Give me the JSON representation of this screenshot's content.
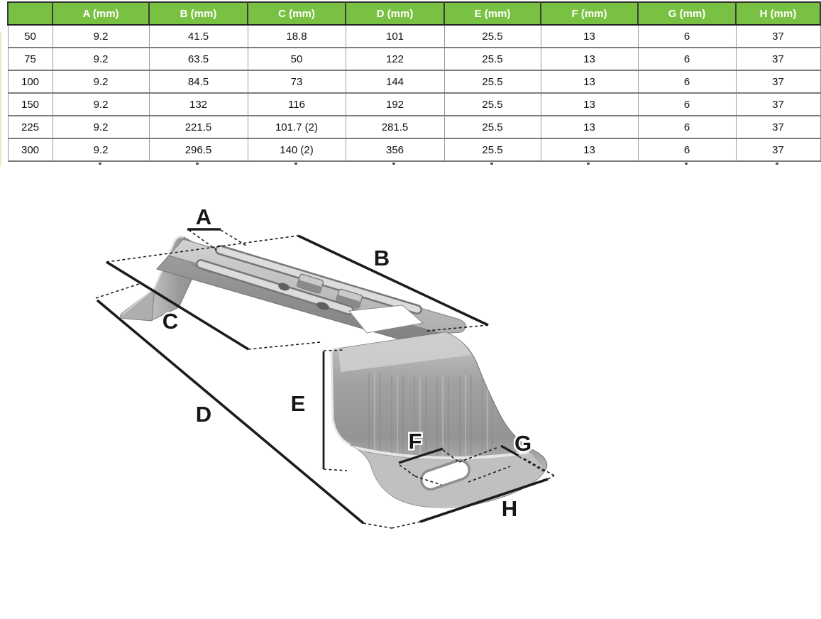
{
  "table": {
    "headers": [
      "",
      "A (mm)",
      "B (mm)",
      "C (mm)",
      "D (mm)",
      "E (mm)",
      "F (mm)",
      "G (mm)",
      "H (mm)"
    ],
    "rows": [
      [
        "50",
        "9.2",
        "41.5",
        "18.8",
        "101",
        "25.5",
        "13",
        "6",
        "37"
      ],
      [
        "75",
        "9.2",
        "63.5",
        "50",
        "122",
        "25.5",
        "13",
        "6",
        "37"
      ],
      [
        "100",
        "9.2",
        "84.5",
        "73",
        "144",
        "25.5",
        "13",
        "6",
        "37"
      ],
      [
        "150",
        "9.2",
        "132",
        "116",
        "192",
        "25.5",
        "13",
        "6",
        "37"
      ],
      [
        "225",
        "9.2",
        "221.5",
        "101.7 (2)",
        "281.5",
        "25.5",
        "13",
        "6",
        "37"
      ],
      [
        "300",
        "9.2",
        "296.5",
        "140 (2)",
        "356",
        "25.5",
        "13",
        "6",
        "37"
      ]
    ],
    "header_bg": "#79c142",
    "header_fg": "#ffffff"
  },
  "diagram": {
    "description": "Galvanised steel stand-off bracket photo with dimension reference lines",
    "labels": [
      {
        "text": "A"
      },
      {
        "text": "B"
      },
      {
        "text": "C"
      },
      {
        "text": "D"
      },
      {
        "text": "E"
      },
      {
        "text": "F"
      },
      {
        "text": "G"
      },
      {
        "text": "H"
      }
    ]
  }
}
